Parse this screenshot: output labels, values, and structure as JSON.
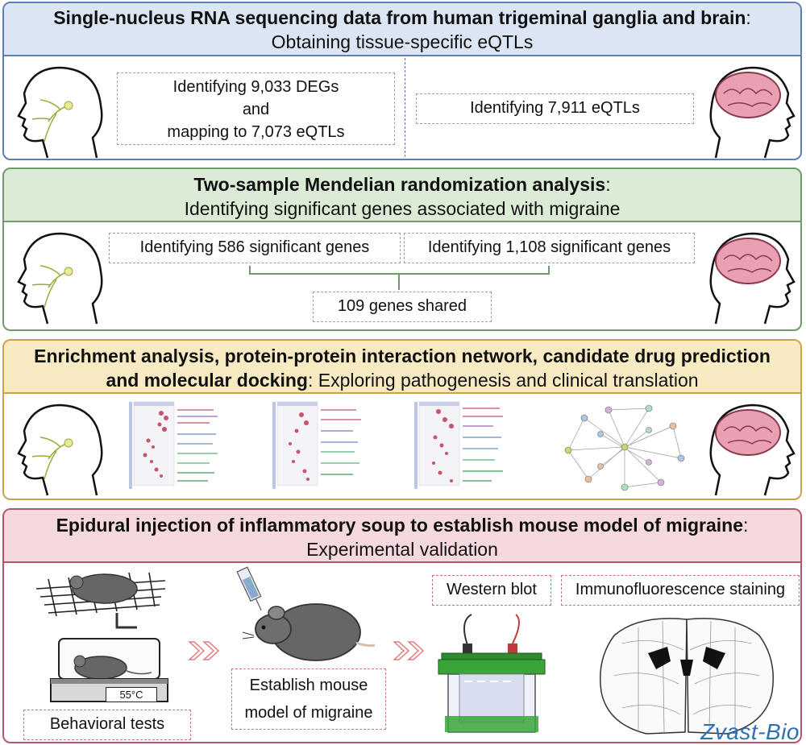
{
  "colors": {
    "panel1_border": "#5b7fb5",
    "panel1_head": "#dce5f3",
    "panel2_border": "#6f9a6a",
    "panel2_head": "#dcebd6",
    "panel3_border": "#c8a34a",
    "panel3_head": "#f8ebc3",
    "panel4_border": "#b8546a",
    "panel4_head": "#f5d9de",
    "brain": "#d9849a",
    "nerve": "#9aaa3a",
    "arrow": "#e07b7b",
    "gel_green": "#3aa43a"
  },
  "panel1": {
    "title_bold": "Single-nucleus RNA sequencing data from human trigeminal ganglia and brain",
    "title_colon": ":",
    "subtitle": "Obtaining tissue-specific eQTLs",
    "left_box": [
      "Identifying 9,033 DEGs",
      "and",
      "mapping to 7,073 eQTLs"
    ],
    "right_box": "Identifying 7,911 eQTLs"
  },
  "panel2": {
    "title_bold": "Two-sample Mendelian randomization analysis",
    "title_colon": ":",
    "subtitle": "Identifying significant genes associated with migraine",
    "left_box": "Identifying 586 significant genes",
    "right_box": "Identifying 1,108 significant genes",
    "shared_box": "109 genes shared"
  },
  "panel3": {
    "title_line1_bold": "Enrichment analysis, protein-protein interaction network, candidate drug prediction",
    "title_line2_bold": "and molecular docking",
    "title_line2_rest": ": Exploring pathogenesis and clinical translation"
  },
  "panel4": {
    "title_bold": "Epidural injection of inflammatory soup to establish mouse model of migraine",
    "title_colon": ":",
    "subtitle": "Experimental validation",
    "behavioral_label": "Behavioral tests",
    "temperature": "55°C",
    "establish_label": [
      "Establish mouse",
      "model of migraine"
    ],
    "western_label": "Western blot",
    "if_label": "Immunofluorescence staining"
  },
  "watermark": "Zvast-Bio"
}
